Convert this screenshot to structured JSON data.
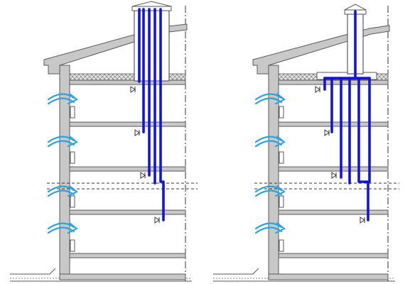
{
  "diagram": {
    "panels": [
      {
        "id": "individual-ducts",
        "duct_system": "individual"
      },
      {
        "id": "collector-duct",
        "duct_system": "collector"
      }
    ],
    "icons": [
      "airflow-arrow-icon",
      "vent-valve-icon",
      "chimney-cap-icon"
    ],
    "colors": {
      "duct": "#1414d8",
      "airflow_arrow": "#2aa3e0",
      "structure_fill": "#c8c8c8",
      "structure_stroke": "#5a5a5a",
      "insulation": "#d9d9d9",
      "dashed_line": "#333333"
    }
  }
}
